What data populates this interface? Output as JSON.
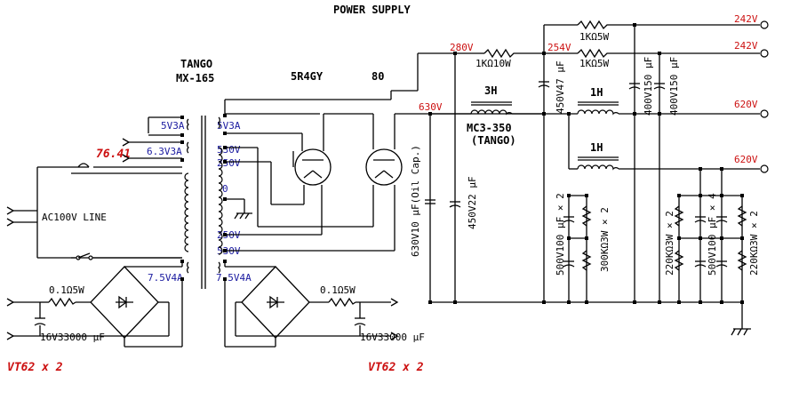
{
  "title": "POWER SUPPLY",
  "transformer": {
    "brand": "TANGO",
    "model": "MX-165"
  },
  "rectifier_tube": "5R4GY",
  "tube_80": "80",
  "filament_voltage": "76.41",
  "primary": {
    "ac_line": "AC100V LINE"
  },
  "windings": {
    "left_5v3a": "5V3A",
    "left_63v3a": "6.3V3A",
    "right_5v3a": "5V3A",
    "w530_top": "530V",
    "w250_top": "250V",
    "zero": "0",
    "w250_bot": "250V",
    "w530_bot": "530V",
    "left_75v4a": "7.5V4A",
    "right_75v4a": "7.5V4A"
  },
  "voltages": {
    "v280": "280V",
    "v254": "254V",
    "v630": "630V",
    "v242a": "242V",
    "v242b": "242V",
    "v620a": "620V",
    "v620b": "620V"
  },
  "components": {
    "r1k10w": "1KΩ10W",
    "r1k5w_a": "1KΩ5W",
    "r1k5w_b": "1KΩ5W",
    "choke_3h": "3H",
    "choke_1h_a": "1H",
    "choke_1h_b": "1H",
    "choke_model": "MC3-350",
    "choke_brand": "(TANGO)",
    "c_oil": "630V10 μF(Oil Cap.)",
    "c_450v22": "450V22 μF",
    "c_450v47": "450V47 μF",
    "c_400v150a": "400V150 μF",
    "c_400v150b": "400V150 μF",
    "c_500v100x2": "500V100 μF × 2",
    "r_300k3w": "300KΩ3W × 2",
    "r_220k3w_a": "220KΩ3W × 2",
    "c_500v100x4": "500V100 μF × 4",
    "r_220k3w_b": "220KΩ3W × 2",
    "r_01_left": "0.1Ω5W",
    "r_01_right": "0.1Ω5W",
    "c_16v_left": "16V33000 μF",
    "c_16v_right": "16V33000 μF"
  },
  "heater_loads": {
    "left": "VT62 x 2",
    "right": "VT62 x 2"
  }
}
